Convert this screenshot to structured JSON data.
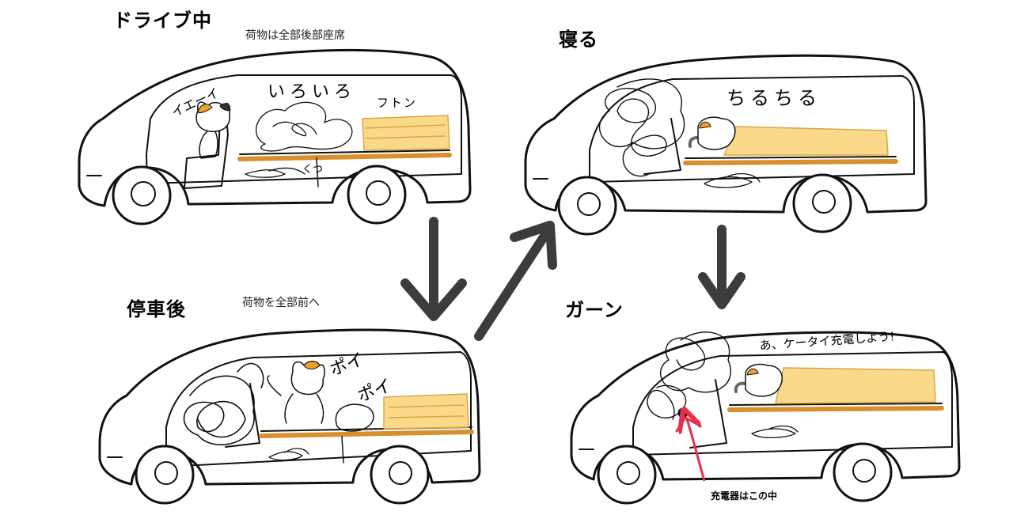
{
  "panels": {
    "driving": {
      "title": "ドライブ中",
      "subtitle": "荷物は全部後部座席",
      "labels": {
        "cat_voice": "イエーイ",
        "stuff": "いろいろ",
        "futon": "フトン",
        "shoes": "くつ"
      }
    },
    "sleeping": {
      "title": "寝る",
      "labels": {
        "sleep_sound": "ちるちる"
      }
    },
    "parked": {
      "title": "停車後",
      "subtitle": "荷物を全部前へ",
      "labels": {
        "toss_1": "ポイ",
        "toss_2": "ポイ"
      }
    },
    "oops": {
      "title": "ガーン",
      "labels": {
        "thought": "あ、ケータイ充電しよう!",
        "charger_note": "充電器はこの中"
      }
    }
  },
  "colors": {
    "futon": "#fbd98a",
    "futon_line": "#d8a843",
    "floor": "#d88f2c",
    "cat_orange": "#f0a02a",
    "pointer_red": "#e8304a",
    "ink": "#111111",
    "arrow": "#3c3c3c"
  }
}
